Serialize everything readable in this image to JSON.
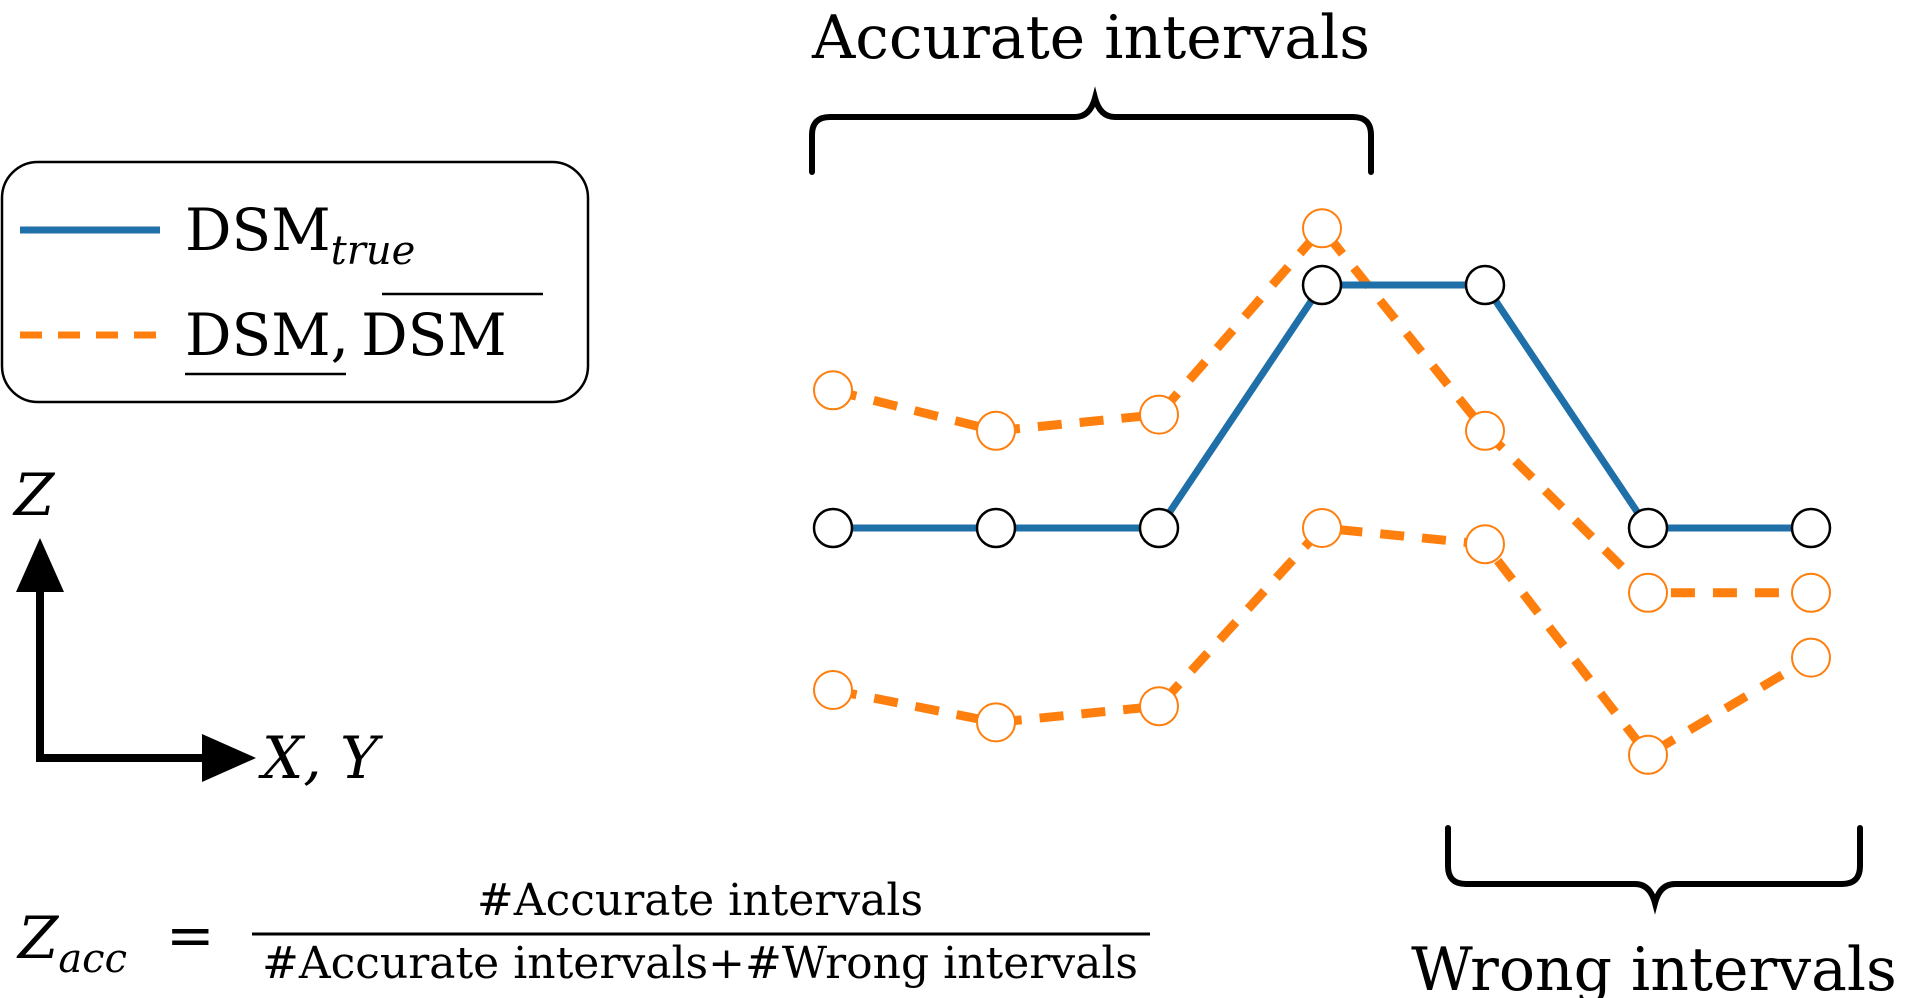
{
  "legend": {
    "true_label": "DSM",
    "true_sub": "true",
    "bound_label_lower": "DSM",
    "bound_label_sep": ",",
    "bound_label_upper": "DSM"
  },
  "axes": {
    "z_label": "Z",
    "xy_label": "X, Y"
  },
  "annotations": {
    "accurate": "Accurate intervals",
    "wrong": "Wrong intervals"
  },
  "formula": {
    "lhs": "Z",
    "lhs_sub": "acc",
    "equals": "=",
    "numerator": "#Accurate intervals",
    "denominator": "#Accurate intervals+#Wrong intervals"
  },
  "colors": {
    "true_line": "#1f6fa8",
    "bounds_line": "#ff7f0e",
    "ink": "#000000"
  },
  "chart_data": {
    "type": "line",
    "x": [
      1,
      2,
      3,
      4,
      5,
      6,
      7
    ],
    "series": [
      {
        "values": [
          0,
          0,
          0,
          3,
          3,
          0,
          0
        ]
      },
      {
        "values": [
          1.7,
          1.2,
          1.4,
          3.7,
          1.2,
          -0.8,
          -0.8
        ]
      },
      {
        "values": [
          -2.0,
          -2.4,
          -2.2,
          0,
          -0.2,
          -2.8,
          -1.6
        ]
      }
    ],
    "accurate_x_range": [
      1,
      4
    ],
    "wrong_x_range": [
      6,
      7
    ],
    "grid": false
  }
}
